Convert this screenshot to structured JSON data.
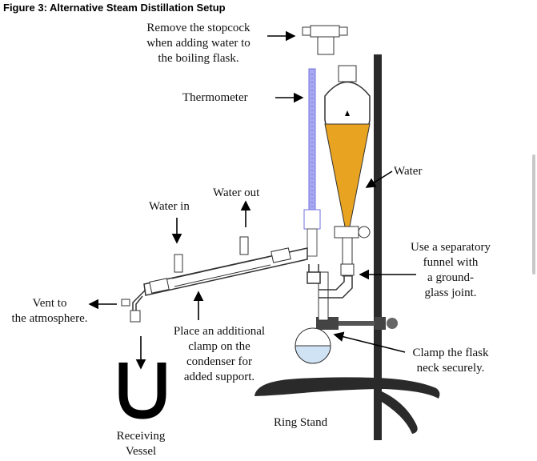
{
  "figure": {
    "title": "Figure 3: Alternative Steam Distillation Setup"
  },
  "labels": {
    "stopcock": [
      "Remove the stopcock",
      "when adding water to",
      "the boiling flask."
    ],
    "thermometer": "Thermometer",
    "water": "Water",
    "water_out": "Water out",
    "water_in": "Water in",
    "sep_funnel": [
      "Use a separatory",
      "funnel with",
      "a ground-",
      "glass joint."
    ],
    "vent": [
      "Vent to",
      "the atmosphere."
    ],
    "extra_clamp": [
      "Place an additional",
      "clamp on the",
      "condenser for",
      "added support."
    ],
    "clamp_flask": [
      "Clamp the flask",
      "neck securely."
    ],
    "ring_stand": "Ring Stand",
    "receiving_vessel": [
      "Receiving",
      "Vessel"
    ]
  },
  "colors": {
    "water_fill": "#e8a321",
    "thermometer": "#7070e0",
    "flask_fill": "#cfe3f5",
    "stand": "#2a2a2a"
  }
}
